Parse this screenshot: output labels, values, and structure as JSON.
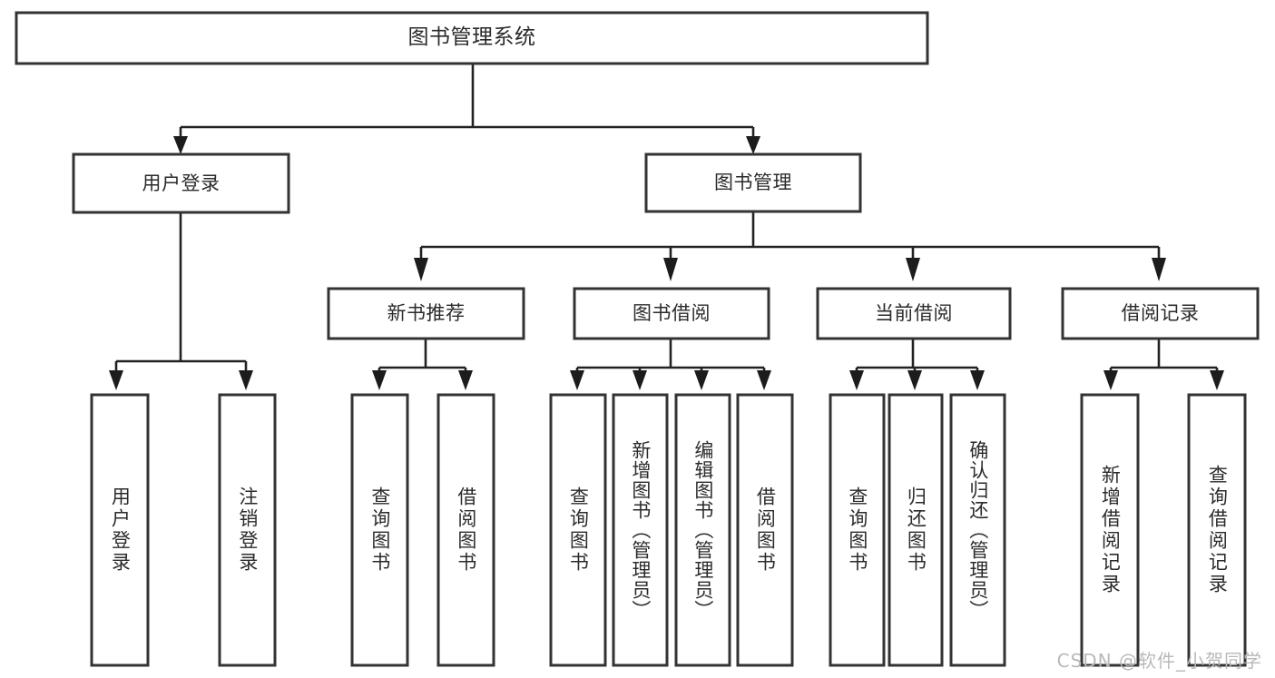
{
  "diagram": {
    "type": "tree-hierarchy",
    "title": "图书管理系统",
    "watermark": "CSDN @软件_小贺同学",
    "colors": {
      "box_stroke": "#333333",
      "box_fill": "#ffffff",
      "connector": "#222222",
      "text": "#2b2b2b",
      "watermark": "#b9b9b9",
      "background": "#ffffff"
    },
    "levels": [
      {
        "level": 1,
        "nodes": [
          {
            "id": "root",
            "label": "图书管理系统",
            "orientation": "horizontal"
          }
        ]
      },
      {
        "level": 2,
        "nodes": [
          {
            "id": "user-login",
            "label": "用户登录",
            "orientation": "horizontal",
            "parent": "root"
          },
          {
            "id": "book-manage",
            "label": "图书管理",
            "orientation": "horizontal",
            "parent": "root"
          }
        ]
      },
      {
        "level": 3,
        "nodes": [
          {
            "id": "new-book-rec",
            "label": "新书推荐",
            "orientation": "horizontal",
            "parent": "book-manage"
          },
          {
            "id": "book-borrow",
            "label": "图书借阅",
            "orientation": "horizontal",
            "parent": "book-manage"
          },
          {
            "id": "current-borrow",
            "label": "当前借阅",
            "orientation": "horizontal",
            "parent": "book-manage"
          },
          {
            "id": "borrow-record",
            "label": "借阅记录",
            "orientation": "horizontal",
            "parent": "book-manage"
          }
        ]
      },
      {
        "level": 4,
        "nodes": [
          {
            "id": "leaf-user-login",
            "label": "用户登录",
            "orientation": "vertical",
            "parent": "user-login"
          },
          {
            "id": "leaf-logout",
            "label": "注销登录",
            "orientation": "vertical",
            "parent": "user-login"
          },
          {
            "id": "leaf-query-book-1",
            "label": "查询图书",
            "orientation": "vertical",
            "parent": "new-book-rec"
          },
          {
            "id": "leaf-borrow-book-1",
            "label": "借阅图书",
            "orientation": "vertical",
            "parent": "new-book-rec"
          },
          {
            "id": "leaf-query-book-2",
            "label": "查询图书",
            "orientation": "vertical",
            "parent": "book-borrow"
          },
          {
            "id": "leaf-add-book",
            "label": "新增图书（管理员）",
            "orientation": "vertical",
            "parent": "book-borrow"
          },
          {
            "id": "leaf-edit-book",
            "label": "编辑图书（管理员）",
            "orientation": "vertical",
            "parent": "book-borrow"
          },
          {
            "id": "leaf-borrow-book-2",
            "label": "借阅图书",
            "orientation": "vertical",
            "parent": "book-borrow"
          },
          {
            "id": "leaf-query-book-3",
            "label": "查询图书",
            "orientation": "vertical",
            "parent": "current-borrow"
          },
          {
            "id": "leaf-return-book",
            "label": "归还图书",
            "orientation": "vertical",
            "parent": "current-borrow"
          },
          {
            "id": "leaf-confirm-return",
            "label": "确认归还（管理员）",
            "orientation": "vertical",
            "parent": "current-borrow"
          },
          {
            "id": "leaf-add-record",
            "label": "新增借阅记录",
            "orientation": "vertical",
            "parent": "borrow-record"
          },
          {
            "id": "leaf-query-record",
            "label": "查询借阅记录",
            "orientation": "vertical",
            "parent": "borrow-record"
          }
        ]
      }
    ]
  }
}
